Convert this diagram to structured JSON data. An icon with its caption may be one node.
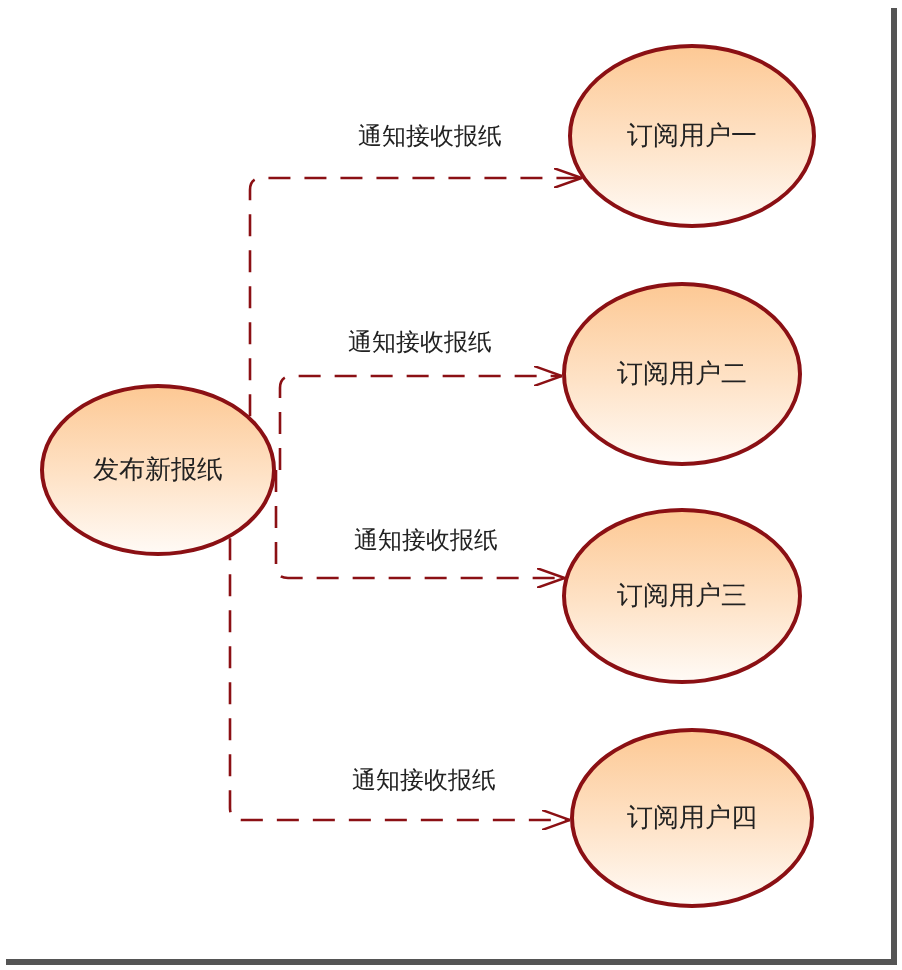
{
  "diagram": {
    "nodes": [
      {
        "text": [
          "发布新报纸"
        ]
      },
      {
        "text": [
          "订阅用户一"
        ]
      },
      {
        "text": [
          "订阅用户二"
        ]
      },
      {
        "text": [
          "订阅用户三"
        ]
      },
      {
        "text": [
          "订阅用户四"
        ]
      }
    ],
    "edges": [
      {
        "from": 0,
        "to": 1,
        "arrow": "to",
        "label": "通知接收报纸"
      },
      {
        "from": 0,
        "to": 2,
        "arrow": "to",
        "label": "通知接收报纸"
      },
      {
        "from": 0,
        "to": 3,
        "arrow": "to",
        "label": "通知接收报纸"
      },
      {
        "from": 0,
        "to": 4,
        "arrow": "to",
        "label": "通知接收报纸"
      }
    ]
  }
}
